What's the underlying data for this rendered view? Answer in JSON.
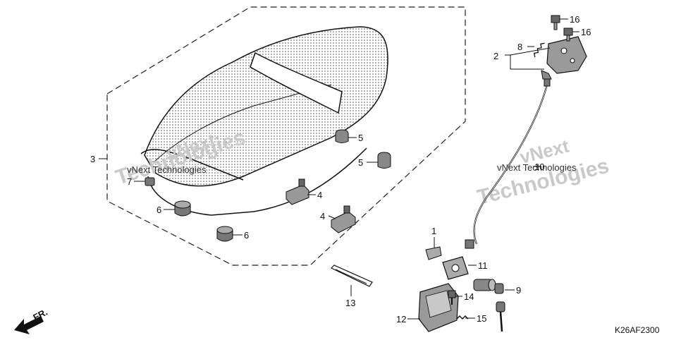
{
  "diagram": {
    "code": "K26AF2300",
    "direction": "FR.",
    "watermark": {
      "line1": "vNext",
      "line2": "Technologies",
      "small": "vNext Technologies"
    },
    "callouts": {
      "c1": "1",
      "c2": "2",
      "c3": "3",
      "c4a": "4",
      "c4b": "4",
      "c5a": "5",
      "c5b": "5",
      "c6a": "6",
      "c6b": "6",
      "c7": "7",
      "c8": "8",
      "c9": "9",
      "c10": "10",
      "c11": "11",
      "c12": "12",
      "c13": "13",
      "c14": "14",
      "c15": "15",
      "c16a": "16",
      "c16b": "16"
    }
  }
}
